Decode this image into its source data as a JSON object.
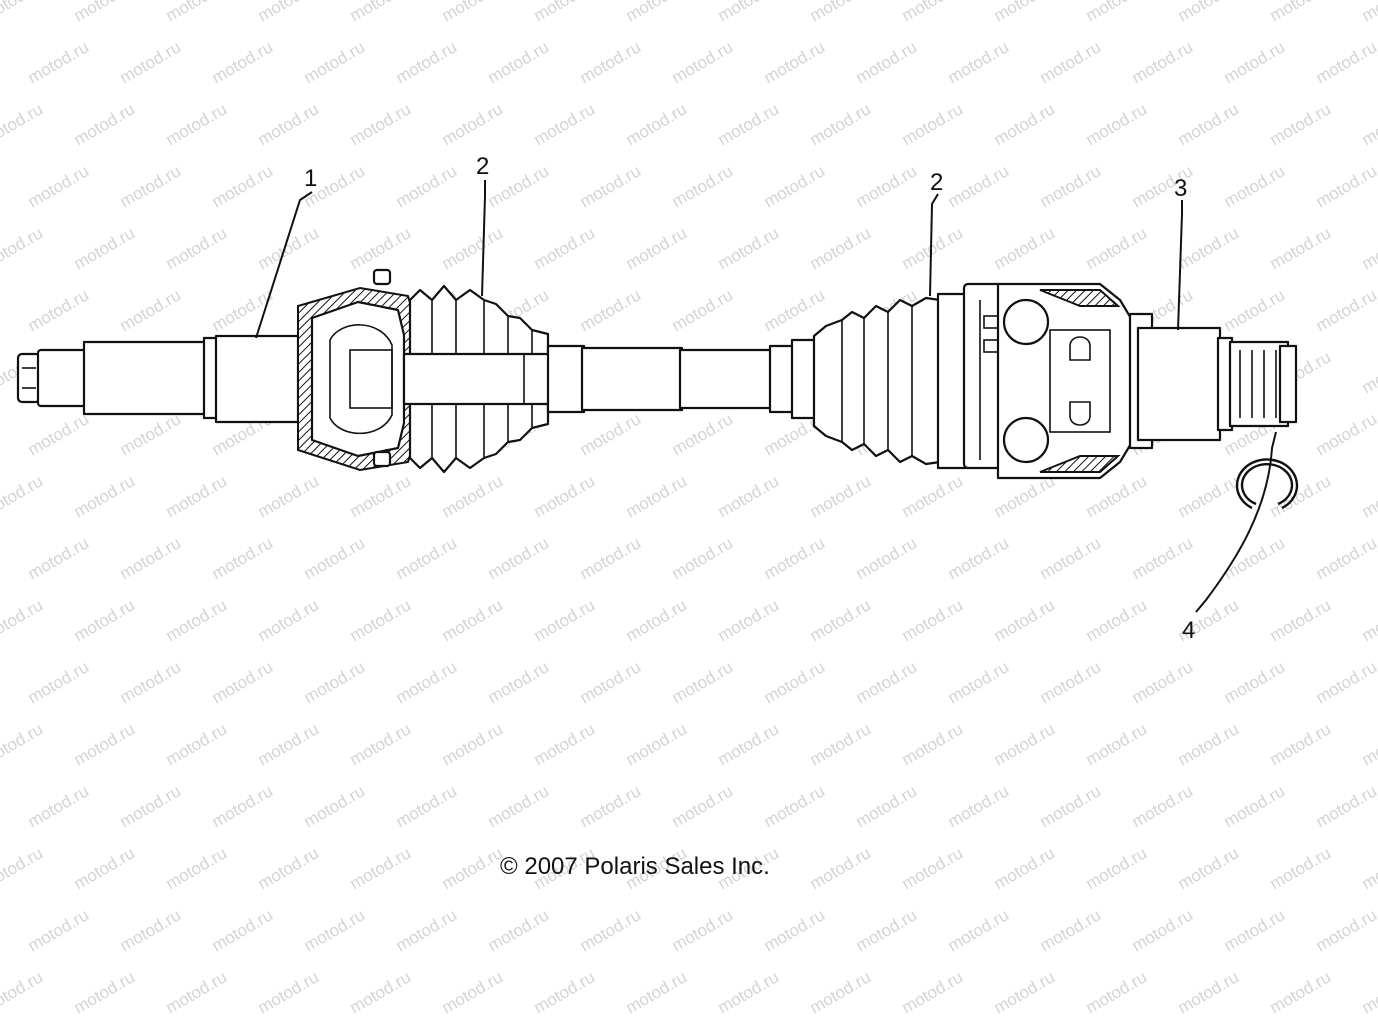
{
  "watermark": "motod.ru",
  "callouts": [
    {
      "id": "callout-1",
      "number": "1"
    },
    {
      "id": "callout-2a",
      "number": "2"
    },
    {
      "id": "callout-2b",
      "number": "2"
    },
    {
      "id": "callout-3",
      "number": "3"
    },
    {
      "id": "callout-4",
      "number": "4"
    }
  ],
  "copyright": "© 2007 Polaris Sales Inc."
}
